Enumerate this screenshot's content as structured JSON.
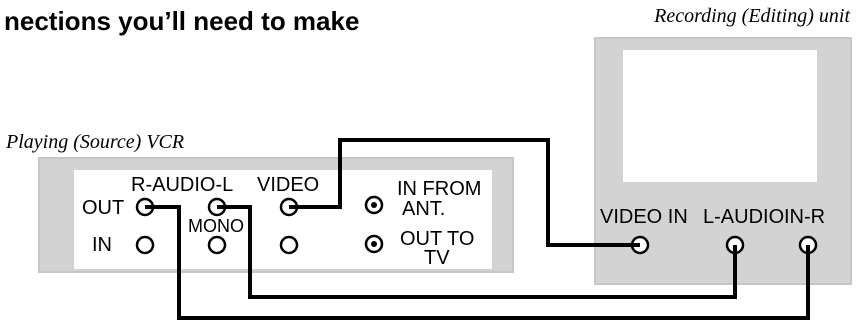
{
  "heading": "nections you’ll need to make",
  "recorder": {
    "title": "Recording (Editing) unit",
    "labels": {
      "video_in": "VIDEO IN",
      "l_audio": "L-AUDIO",
      "in_r": "IN-R"
    }
  },
  "player": {
    "title": "Playing (Source) VCR",
    "labels": {
      "r_audio_l": "R-AUDIO-L",
      "video": "VIDEO",
      "out": "OUT",
      "in": "IN",
      "mono": "MONO",
      "in_from_1": "IN FROM",
      "in_from_2": "ANT.",
      "out_to_1": "OUT TO",
      "out_to_2": "TV"
    }
  },
  "colors": {
    "panel": "#d3d3d3",
    "panel_border": "#c6c6c6",
    "inner": "#ffffff",
    "ink": "#000000"
  }
}
